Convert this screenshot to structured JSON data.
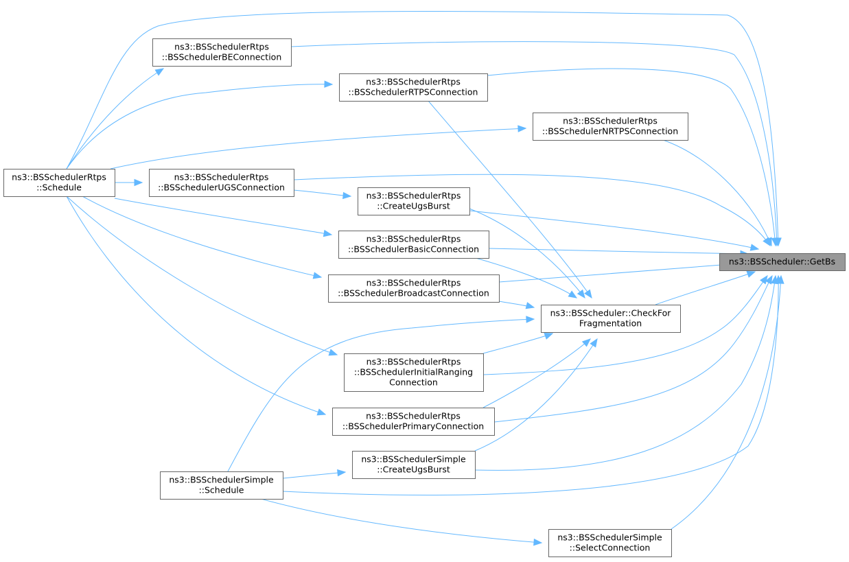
{
  "graph": {
    "kind": "doxygen caller graph",
    "edge_color": "#63b8ff",
    "node_border_color": "#666666",
    "focus_fill_color": "#999999",
    "nodes": [
      {
        "id": "getbs",
        "focus": true,
        "lines": [
          "ns3::BSScheduler::GetBs"
        ]
      },
      {
        "id": "check_frag",
        "lines": [
          "ns3::BSScheduler::CheckFor",
          "Fragmentation"
        ]
      },
      {
        "id": "rtps_be",
        "lines": [
          "ns3::BSSchedulerRtps",
          "::BSSchedulerBEConnection"
        ]
      },
      {
        "id": "rtps_rtps",
        "lines": [
          "ns3::BSSchedulerRtps",
          "::BSSchedulerRTPSConnection"
        ]
      },
      {
        "id": "rtps_nrtps",
        "lines": [
          "ns3::BSSchedulerRtps",
          "::BSSchedulerNRTPSConnection"
        ]
      },
      {
        "id": "rtps_schedule",
        "lines": [
          "ns3::BSSchedulerRtps",
          "::Schedule"
        ]
      },
      {
        "id": "rtps_ugs",
        "lines": [
          "ns3::BSSchedulerRtps",
          "::BSSchedulerUGSConnection"
        ]
      },
      {
        "id": "rtps_createugs",
        "lines": [
          "ns3::BSSchedulerRtps",
          "::CreateUgsBurst"
        ]
      },
      {
        "id": "rtps_basic",
        "lines": [
          "ns3::BSSchedulerRtps",
          "::BSSchedulerBasicConnection"
        ]
      },
      {
        "id": "rtps_broadcast",
        "lines": [
          "ns3::BSSchedulerRtps",
          "::BSSchedulerBroadcastConnection"
        ]
      },
      {
        "id": "rtps_initial",
        "lines": [
          "ns3::BSSchedulerRtps",
          "::BSSchedulerInitialRanging",
          "Connection"
        ]
      },
      {
        "id": "rtps_primary",
        "lines": [
          "ns3::BSSchedulerRtps",
          "::BSSchedulerPrimaryConnection"
        ]
      },
      {
        "id": "simple_createugs",
        "lines": [
          "ns3::BSSchedulerSimple",
          "::CreateUgsBurst"
        ]
      },
      {
        "id": "simple_schedule",
        "lines": [
          "ns3::BSSchedulerSimple",
          "::Schedule"
        ]
      },
      {
        "id": "simple_select",
        "lines": [
          "ns3::BSSchedulerSimple",
          "::SelectConnection"
        ]
      }
    ],
    "edges": [
      {
        "from": "rtps_schedule",
        "to": "getbs"
      },
      {
        "from": "rtps_be",
        "to": "getbs"
      },
      {
        "from": "rtps_rtps",
        "to": "getbs"
      },
      {
        "from": "rtps_nrtps",
        "to": "getbs"
      },
      {
        "from": "rtps_ugs",
        "to": "getbs"
      },
      {
        "from": "rtps_createugs",
        "to": "getbs"
      },
      {
        "from": "rtps_basic",
        "to": "getbs"
      },
      {
        "from": "rtps_broadcast",
        "to": "getbs"
      },
      {
        "from": "check_frag",
        "to": "getbs"
      },
      {
        "from": "rtps_initial",
        "to": "getbs"
      },
      {
        "from": "rtps_primary",
        "to": "getbs"
      },
      {
        "from": "simple_createugs",
        "to": "getbs"
      },
      {
        "from": "simple_schedule",
        "to": "getbs"
      },
      {
        "from": "simple_select",
        "to": "getbs"
      },
      {
        "from": "rtps_rtps",
        "to": "check_frag"
      },
      {
        "from": "rtps_createugs",
        "to": "check_frag"
      },
      {
        "from": "rtps_basic",
        "to": "check_frag"
      },
      {
        "from": "rtps_broadcast",
        "to": "check_frag"
      },
      {
        "from": "rtps_initial",
        "to": "check_frag"
      },
      {
        "from": "rtps_primary",
        "to": "check_frag"
      },
      {
        "from": "simple_createugs",
        "to": "check_frag"
      },
      {
        "from": "simple_schedule",
        "to": "check_frag"
      },
      {
        "from": "rtps_schedule",
        "to": "rtps_be"
      },
      {
        "from": "rtps_schedule",
        "to": "rtps_rtps"
      },
      {
        "from": "rtps_schedule",
        "to": "rtps_nrtps"
      },
      {
        "from": "rtps_schedule",
        "to": "rtps_ugs"
      },
      {
        "from": "rtps_ugs",
        "to": "rtps_createugs"
      },
      {
        "from": "rtps_schedule",
        "to": "rtps_basic"
      },
      {
        "from": "rtps_schedule",
        "to": "rtps_broadcast"
      },
      {
        "from": "rtps_schedule",
        "to": "rtps_initial"
      },
      {
        "from": "rtps_schedule",
        "to": "rtps_primary"
      },
      {
        "from": "simple_schedule",
        "to": "simple_createugs"
      },
      {
        "from": "simple_schedule",
        "to": "simple_select"
      }
    ]
  }
}
